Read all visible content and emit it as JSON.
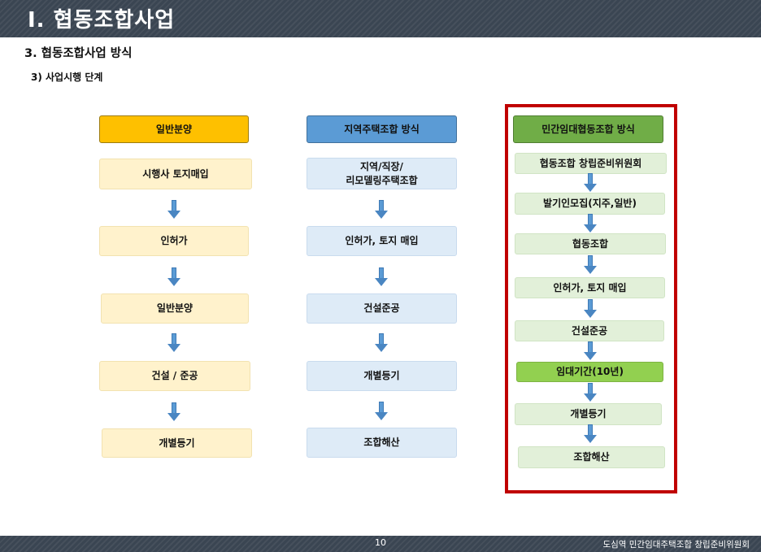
{
  "header": {
    "title": "Ⅰ. 협동조합사업"
  },
  "section": {
    "heading": "3. 협동조합사업 방식",
    "subheading": "3) 사업시행 단계"
  },
  "columns": [
    {
      "title": "일반분양",
      "steps": [
        "시행사 토지매입",
        "인허가",
        "일반분양",
        "건설 / 준공",
        "개별등기"
      ]
    },
    {
      "title": "지역주택조합 방식",
      "steps": [
        "지역/직장/\n리모델링주택조합",
        "인허가, 토지 매입",
        "건설준공",
        "개별등기",
        "조합해산"
      ]
    },
    {
      "title": "민간임대협동조합 방식",
      "steps": [
        "협동조합 창립준비위원회",
        "발기인모집(지주,일반)",
        "협동조합",
        "인허가, 토지 매입",
        "건설준공",
        "임대기간(10년)",
        "개별등기",
        "조합해산"
      ]
    }
  ],
  "footer": {
    "page_number": "10",
    "text": "도심역 민간임대주택조합 창립준비위원회"
  },
  "colors": {
    "header_bg": "#3a4552",
    "highlight_frame": "#c00000",
    "arrow": "#5b9bd5"
  }
}
